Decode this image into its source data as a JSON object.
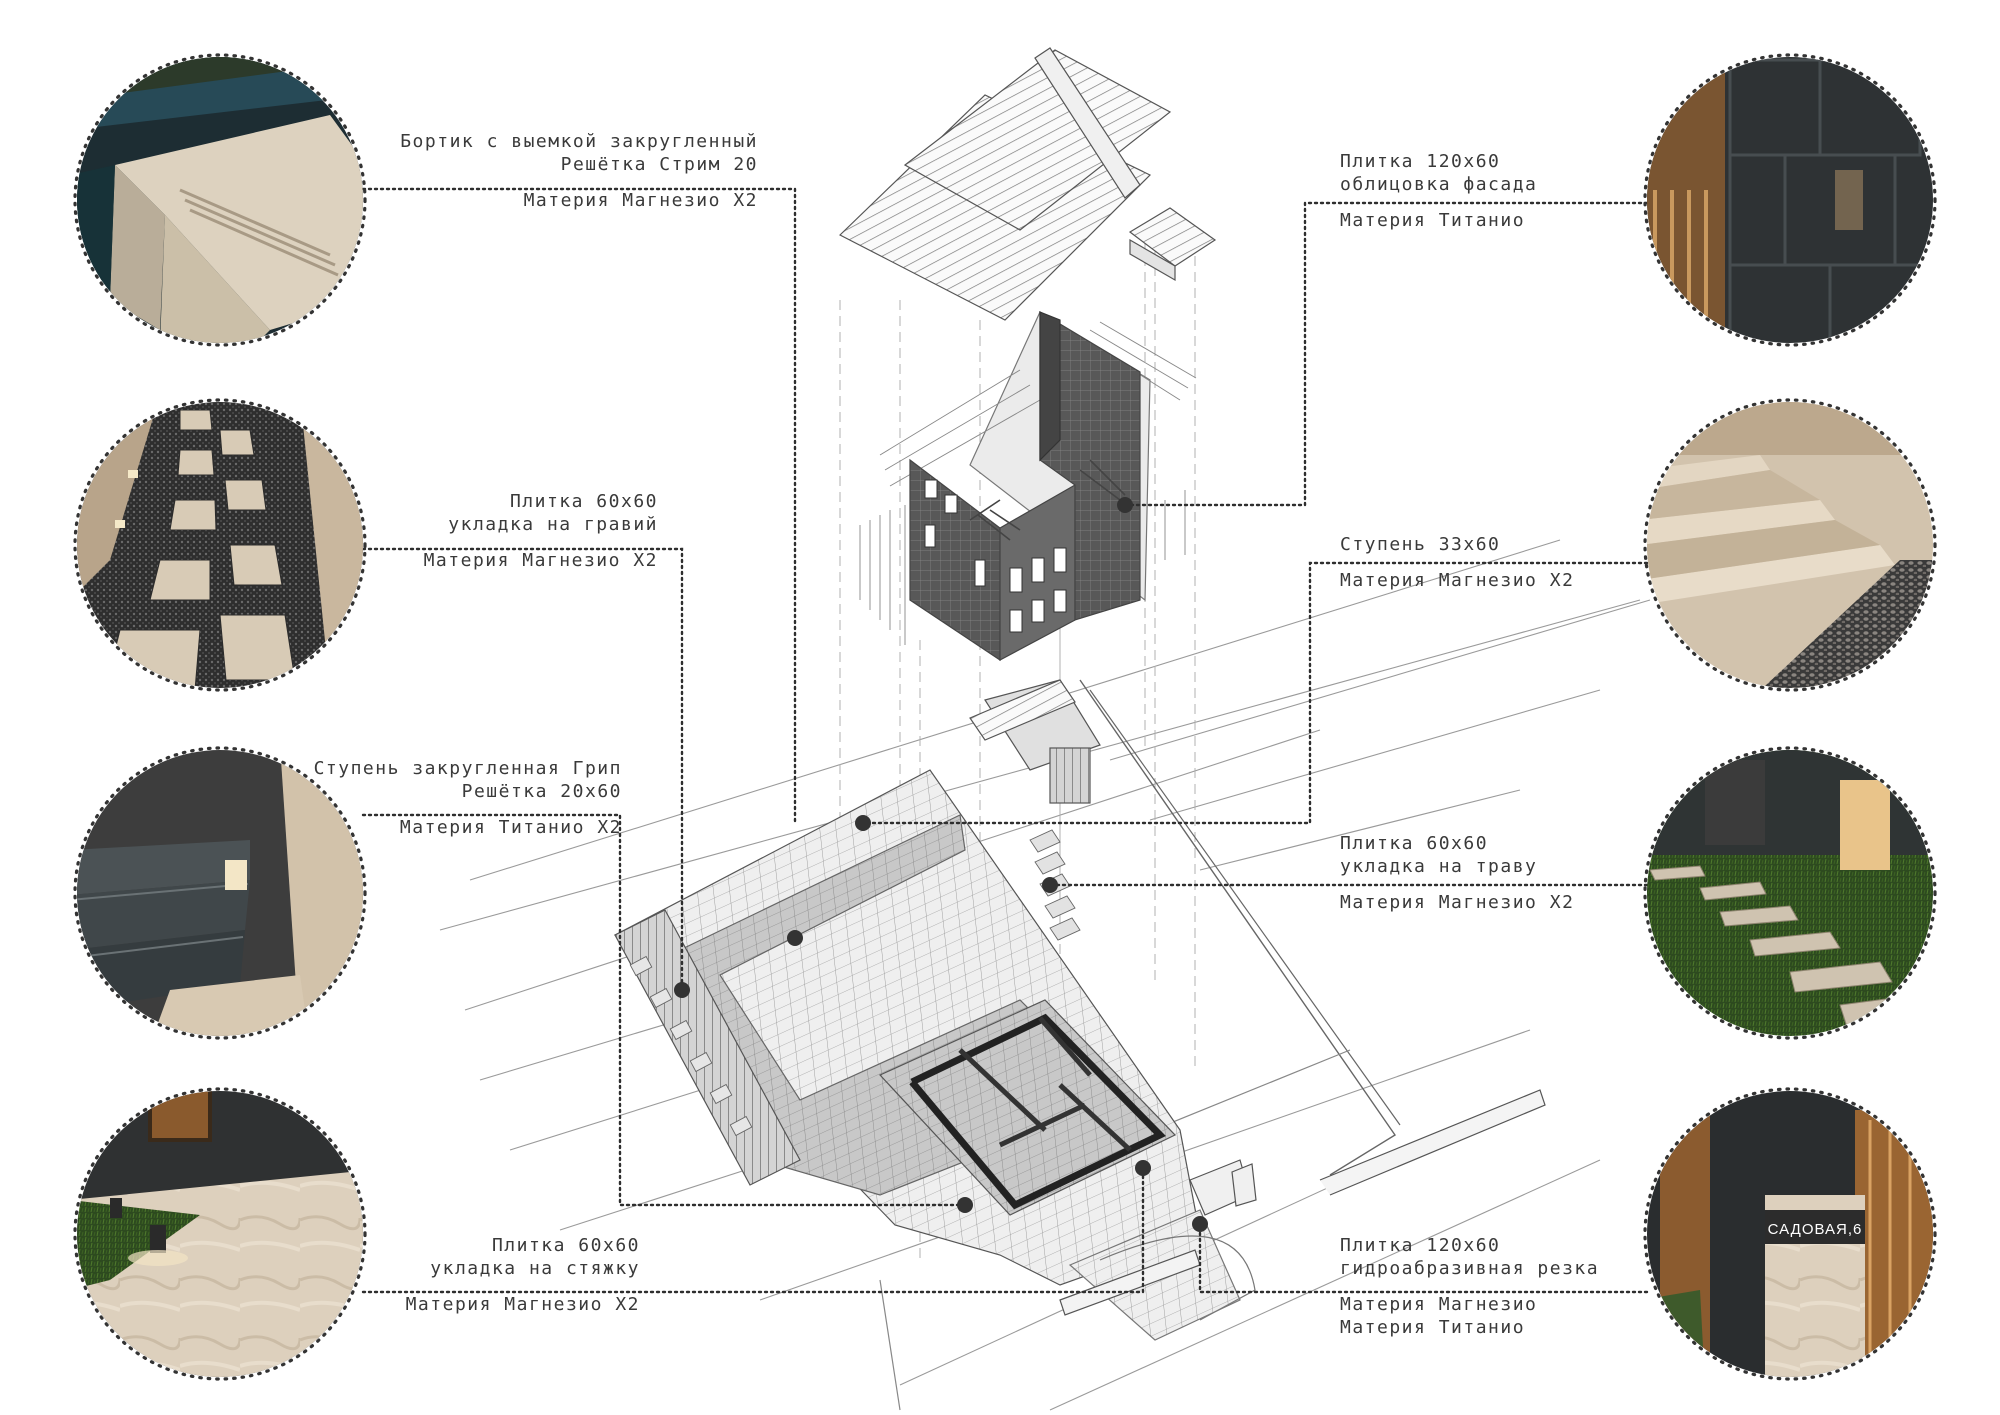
{
  "callouts": {
    "pool_edge": {
      "lines": [
        "Бортик с выемкой закругленный",
        "Решётка Стрим 20"
      ],
      "material": "Материя Магнезио X2",
      "photo_icon": "pool-edge-photo"
    },
    "gravel_tile": {
      "lines": [
        "Плитка 60x60",
        "укладка на гравий"
      ],
      "material": "Материя Магнезио X2",
      "photo_icon": "gravel-path-photo"
    },
    "rounded_step": {
      "lines": [
        "Ступень закругленная Грип",
        "Решётка 20x60"
      ],
      "material": "Материя Титанио X2",
      "photo_icon": "stairs-grate-photo"
    },
    "screed_tile": {
      "lines": [
        "Плитка 60x60",
        "укладка на стяжку"
      ],
      "material": "Материя Магнезио X2",
      "photo_icon": "terrace-photo"
    },
    "facade_tile": {
      "lines": [
        "Плитка 120x60",
        "облицовка фасада"
      ],
      "material": "Материя Титанио",
      "photo_icon": "facade-photo"
    },
    "step": {
      "lines": [
        "Ступень 33x60"
      ],
      "material": "Материя Магнезио X2",
      "photo_icon": "steps-photo"
    },
    "grass_tile": {
      "lines": [
        "Плитка 60x60",
        "укладка на траву"
      ],
      "material": "Материя Магнезио X2",
      "photo_icon": "grass-stepping-photo"
    },
    "waterjet_tile": {
      "lines": [
        "Плитка 120x60",
        "гидроабразивная резка"
      ],
      "materials": [
        "Материя Магнезио",
        "Материя Титанио"
      ],
      "photo_icon": "entrance-photo"
    }
  },
  "sign_text": "САДОВАЯ,6",
  "colors": {
    "text": "#3a3a3a",
    "leader": "#2e2e2e",
    "line": "#555555",
    "tile": "#c9c9c9",
    "wall_dark": "#505050"
  }
}
